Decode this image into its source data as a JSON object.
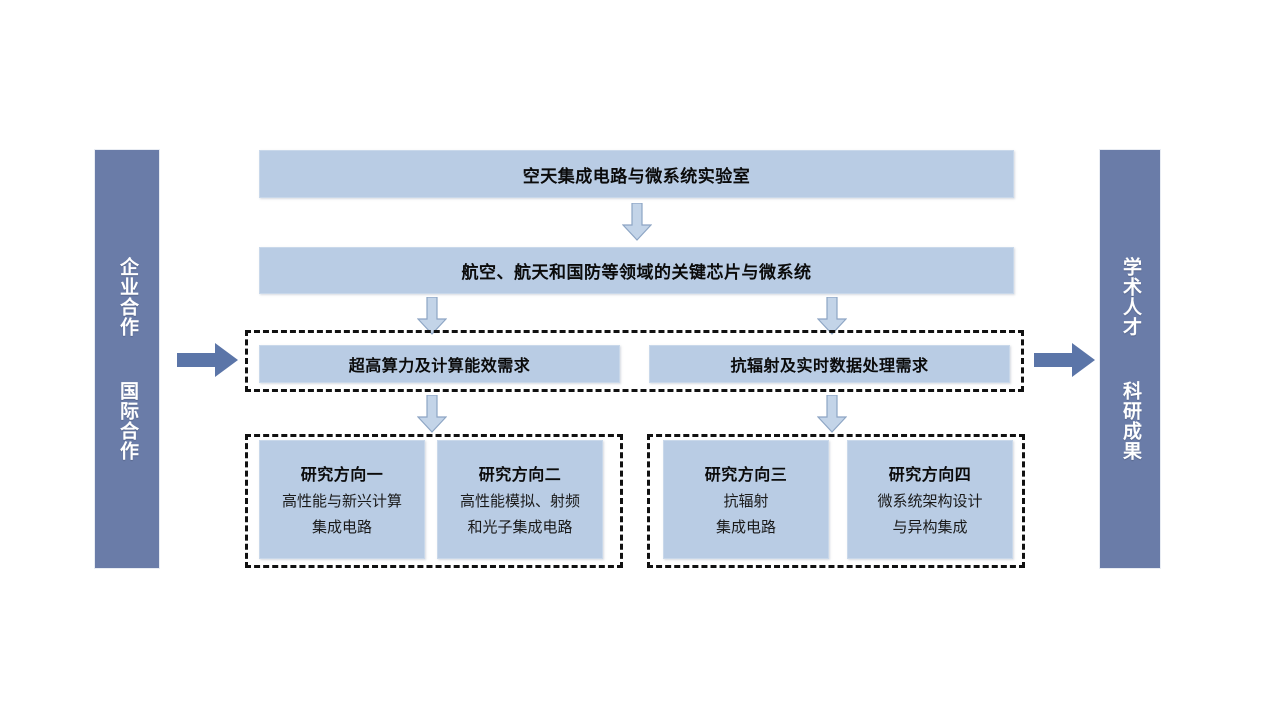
{
  "pillars": {
    "left": {
      "label": "企业合作  国际合作"
    },
    "right": {
      "label": "学术人才  科研成果"
    }
  },
  "boxes": {
    "lab": {
      "title": "空天集成电路与微系统实验室"
    },
    "scope": {
      "title": "航空、航天和国防等领域的关键芯片与微系统"
    },
    "needs": [
      {
        "title": "超高算力及计算能效需求"
      },
      {
        "title": "抗辐射及实时数据处理需求"
      }
    ],
    "directions": [
      {
        "title": "研究方向一",
        "line1": "高性能与新兴计算",
        "line2": "集成电路"
      },
      {
        "title": "研究方向二",
        "line1": "高性能模拟、射频",
        "line2": "和光子集成电路"
      },
      {
        "title": "研究方向三",
        "line1": "抗辐射",
        "line2": "集成电路"
      },
      {
        "title": "研究方向四",
        "line1": "微系统架构设计",
        "line2": "与异构集成"
      }
    ]
  },
  "colors": {
    "box_fill": "#b9cce4",
    "pillar_fill": "#6a7ca8",
    "arrow_solid": "#5b75a8",
    "arrow_block_fill": "#c3d4e8",
    "arrow_block_stroke": "#8da5c4",
    "dashed_border": "#111111"
  }
}
